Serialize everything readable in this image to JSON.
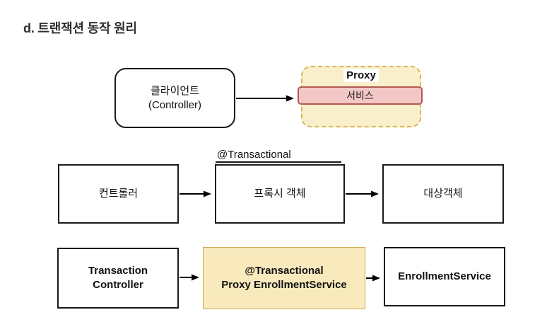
{
  "page": {
    "title": "d. 트랜잭션 동작 원리"
  },
  "diagram": {
    "colors": {
      "box_border": "#1a1a1a",
      "proxy_fill": "#FAEFCB",
      "proxy_border": "#D6B656",
      "service_fill": "#F2C7C5",
      "service_border": "#B15A54",
      "highlight_fill": "#F8EABD",
      "highlight_border": "#CBA94B",
      "arrow": "#000000"
    },
    "row1": {
      "client_line1": "클라이언트",
      "client_line2": "(Controller)",
      "proxy_label": "Proxy",
      "service_label": "서비스"
    },
    "row2": {
      "controller": "컨트롤러",
      "annotation": "@Transactional",
      "proxy_object": "프록시 객체",
      "target_object": "대상객체"
    },
    "row3": {
      "controller_line1": "Transaction",
      "controller_line2": "Controller",
      "proxy_line1": "@Transactional",
      "proxy_line2": "Proxy EnrollmentService",
      "service": "EnrollmentService"
    }
  }
}
